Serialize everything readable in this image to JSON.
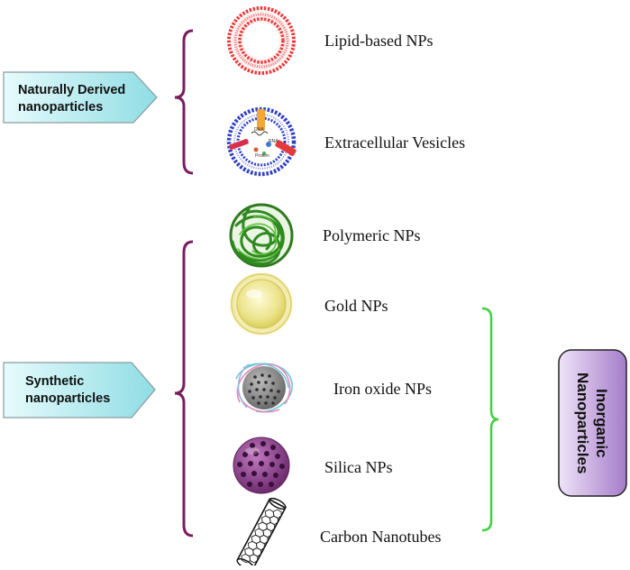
{
  "categories": {
    "natural": {
      "label_line1": "Naturally Derived",
      "label_line2": "nanoparticles"
    },
    "synthetic": {
      "label_line1": "Synthetic",
      "label_line2": "nanoparticles"
    },
    "inorganic": {
      "label_line1": "Inorganic",
      "label_line2": "Nanoparticles"
    }
  },
  "particles": {
    "lipid": "Lipid-based NPs",
    "ev": "Extracellular Vesicles",
    "polymeric": "Polymeric NPs",
    "gold": "Gold NPs",
    "iron": "Iron oxide NPs",
    "silica": "Silica NPs",
    "carbon": "Carbon Nanotubes"
  },
  "ev_inner_labels": {
    "dna": "DNA",
    "rna": "RNA",
    "protein": "Protein"
  },
  "colors": {
    "bracket_purple": "#7a1e5e",
    "bracket_green": "#3fd13f",
    "pentagon_fill": "#bff0f3",
    "inorganic_box": "#c9a6e4",
    "lipid_red": "#e83a3a",
    "gold": "#ece58a",
    "silica": "#8e3f8e"
  }
}
